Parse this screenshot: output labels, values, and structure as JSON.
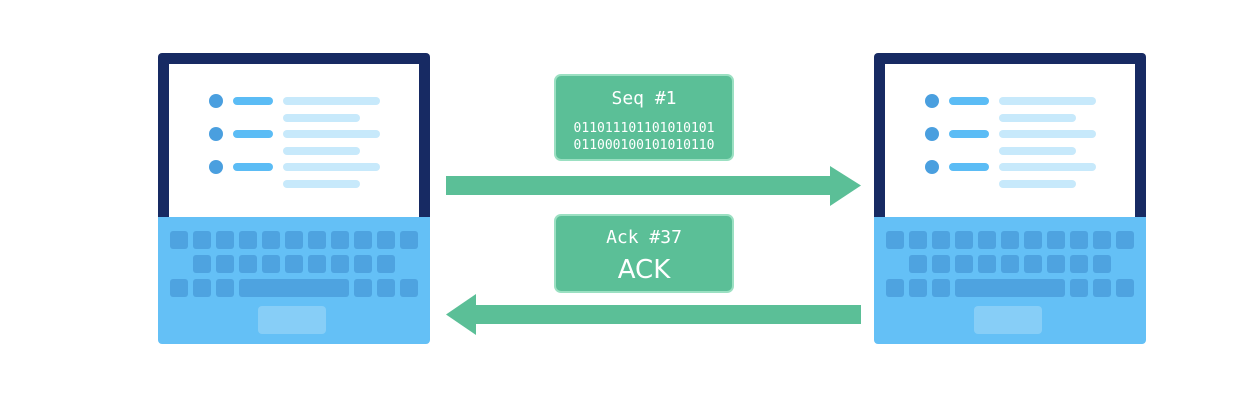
{
  "colors": {
    "laptop_frame": "#172a63",
    "laptop_base": "#64c0f6",
    "keys": "#4ea3e0",
    "trackpad": "#87cef7",
    "screen_dot": "#4a9fdf",
    "screen_dash": "#5bbcf5",
    "screen_line": "#c7e9fb",
    "packet_fill": "#5bbf97",
    "packet_border": "#9be0c2",
    "arrow": "#5bbf97"
  },
  "packets": {
    "seq": {
      "title": "Seq #1",
      "lines": [
        "011011101101010101",
        "011000100101010110"
      ]
    },
    "ack": {
      "title": "Ack #37",
      "label": "ACK"
    }
  },
  "icons": {
    "sender": "laptop-icon",
    "receiver": "laptop-icon",
    "forward_arrow": "arrow-right-icon",
    "return_arrow": "arrow-left-icon"
  }
}
